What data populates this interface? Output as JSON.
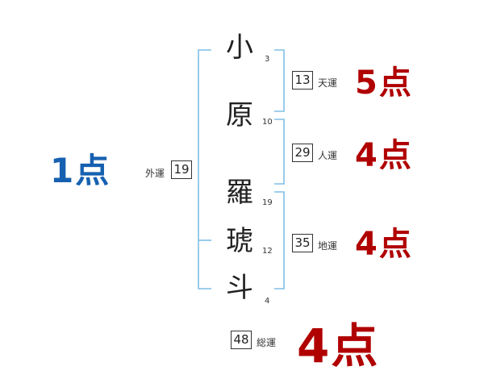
{
  "name_chars": [
    {
      "char": "小",
      "strokes": "3"
    },
    {
      "char": "原",
      "strokes": "10"
    },
    {
      "char": "羅",
      "strokes": "19"
    },
    {
      "char": "琥",
      "strokes": "12"
    },
    {
      "char": "斗",
      "strokes": "4"
    }
  ],
  "ten": {
    "value": "13",
    "label": "天運",
    "score": "5点"
  },
  "jin": {
    "value": "29",
    "label": "人運",
    "score": "4点"
  },
  "chi": {
    "value": "35",
    "label": "地運",
    "score": "4点"
  },
  "gai": {
    "value": "19",
    "label": "外運",
    "score": "1点"
  },
  "sou": {
    "value": "48",
    "label": "総運",
    "score": "4点"
  },
  "colors": {
    "bracket": "#7fbfe6",
    "score_red": "#b00000",
    "score_blue": "#1660b0"
  }
}
